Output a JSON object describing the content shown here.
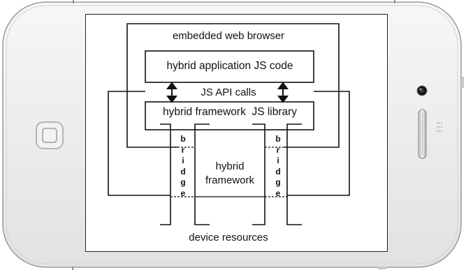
{
  "diagram": {
    "browser_label": "embedded web browser",
    "app_code_label": "hybrid application JS code",
    "api_calls_label": "JS API calls",
    "framework_library_label": "hybrid framework  JS library",
    "bridge_letters": [
      "b",
      "r",
      "i",
      "d",
      "g",
      "e"
    ],
    "framework_label_line1": "hybrid",
    "framework_label_line2": "framework",
    "device_resources_label": "device resources"
  }
}
